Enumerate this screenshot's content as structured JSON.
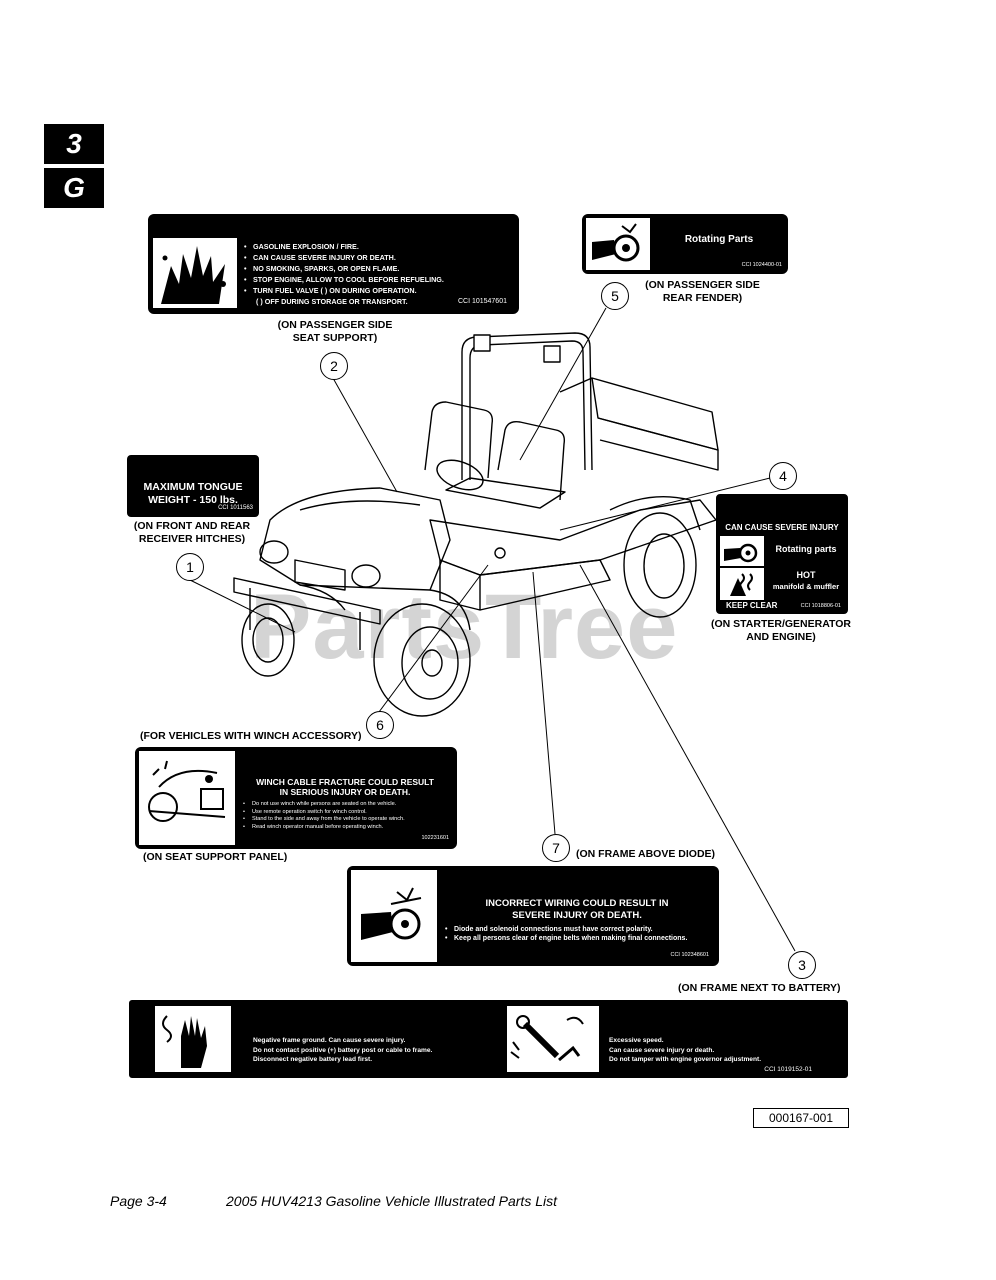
{
  "tabs": {
    "section": "3",
    "letter": "G"
  },
  "watermark": "PartsTree",
  "labels": {
    "gasoline": {
      "lines": [
        "GASOLINE EXPLOSION / FIRE.",
        "CAN CAUSE SEVERE INJURY OR DEATH.",
        "NO SMOKING, SPARKS, OR OPEN FLAME.",
        "STOP ENGINE, ALLOW TO COOL BEFORE REFUELING.",
        "TURN FUEL VALVE (      ) ON DURING OPERATION."
      ],
      "last_line": "(      ) OFF DURING STORAGE OR TRANSPORT.",
      "part_no": "CCI 101547601"
    },
    "rotating_fender": {
      "title": "Rotating Parts",
      "part_no": "CCI 1024400-01"
    },
    "tongue": {
      "line1": "MAXIMUM TONGUE",
      "line2": "WEIGHT - 150 lbs.",
      "part_no": "CCI 1011563"
    },
    "starter": {
      "header": "CAN CAUSE SEVERE INJURY",
      "row1": "Rotating parts",
      "row2_a": "HOT",
      "row2_b": "manifold & muffler",
      "footer": "KEEP CLEAR",
      "part_no": "CCI 1018806-01"
    },
    "winch": {
      "title1": "WINCH CABLE FRACTURE COULD RESULT",
      "title2": "IN SERIOUS INJURY OR DEATH.",
      "bullets": [
        "Do not use winch while persons are seated on the vehicle.",
        "Use remote operation switch for winch control.",
        "Stand to the side and away from the vehicle to operate winch.",
        "Read winch operator manual before operating winch."
      ],
      "part_no": "102231601"
    },
    "wiring": {
      "title1": "INCORRECT WIRING COULD RESULT IN",
      "title2": "SEVERE INJURY OR DEATH.",
      "bullets": [
        "Diode and solenoid connections must have correct polarity.",
        "Keep all persons clear of engine belts when making final connections."
      ],
      "part_no": "CCI 102348601"
    },
    "battery": {
      "left1": "Negative frame ground.  Can cause severe injury.",
      "left2": "Do not contact positive (+) battery post or cable to frame.",
      "left3": "Disconnect negative battery lead first.",
      "right1": "Excessive speed.",
      "right2": "Can cause severe injury or death.",
      "right3": "Do not tamper with engine governor adjustment.",
      "part_no": "CCI 1019152-01"
    }
  },
  "captions": {
    "passenger_seat": [
      "(ON PASSENGER SIDE",
      "SEAT SUPPORT)"
    ],
    "passenger_fender": [
      "(ON PASSENGER SIDE",
      "REAR FENDER)"
    ],
    "hitches": [
      "(ON FRONT AND REAR",
      "RECEIVER HITCHES)"
    ],
    "starter": [
      "(ON STARTER/GENERATOR",
      "AND ENGINE)"
    ],
    "winch_accessory": "(FOR VEHICLES WITH WINCH ACCESSORY)",
    "seat_panel": "(ON SEAT SUPPORT PANEL)",
    "diode": "(ON FRAME ABOVE DIODE)",
    "battery": "(ON FRAME NEXT TO BATTERY)"
  },
  "callouts": [
    "1",
    "2",
    "3",
    "4",
    "5",
    "6",
    "7"
  ],
  "figure_id": "000167-001",
  "footer": {
    "page": "Page 3-4",
    "title": "2005 HUV4213 Gasoline Vehicle Illustrated Parts List"
  }
}
